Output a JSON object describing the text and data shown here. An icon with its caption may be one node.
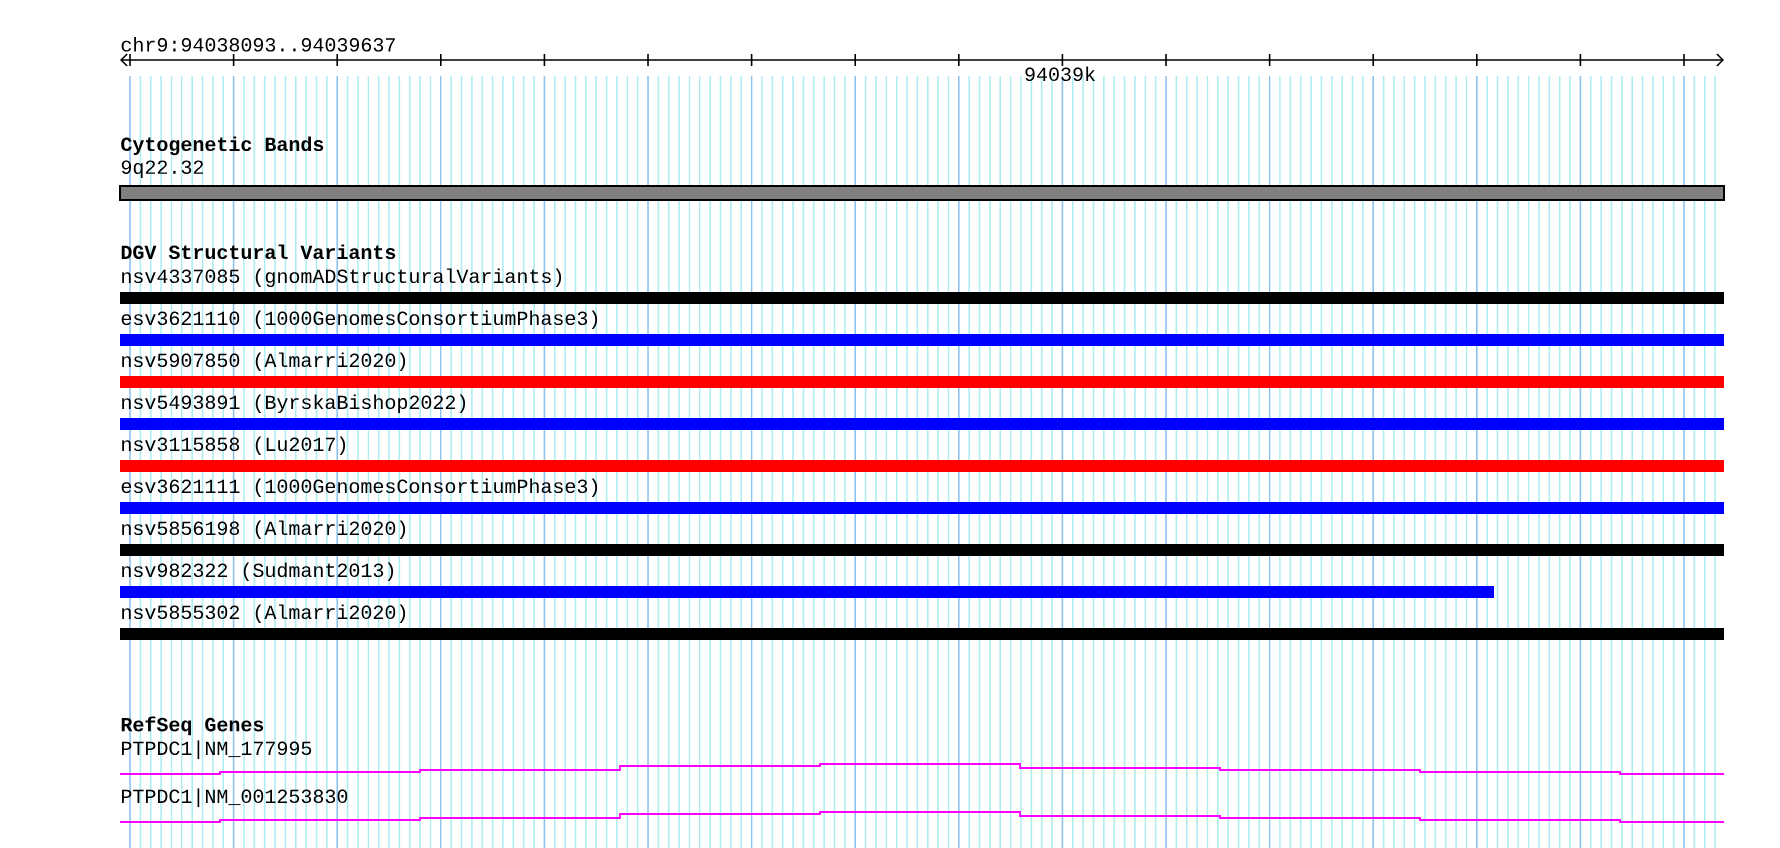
{
  "diagram": {
    "title": "chr9:94038093..94039637",
    "nodes": [
      {
        "text": [
          "9q22.32"
        ]
      },
      {
        "text": [
          "nsv4337085 (gnomADStructuralVariants)"
        ]
      },
      {
        "text": [
          "esv3621110 (1000GenomesConsortiumPhase3)"
        ]
      },
      {
        "text": [
          "nsv5907850 (Almarri2020)"
        ]
      },
      {
        "text": [
          "nsv5493891 (ByrskaBishop2022)"
        ]
      },
      {
        "text": [
          "nsv3115858 (Lu2017)"
        ]
      },
      {
        "text": [
          "esv3621111 (1000GenomesConsortiumPhase3)"
        ]
      },
      {
        "text": [
          "nsv5856198 (Almarri2020)"
        ]
      },
      {
        "text": [
          "nsv982322 (Sudmant2013)"
        ]
      },
      {
        "text": [
          "nsv5855302 (Almarri2020)"
        ]
      },
      {
        "text": [
          "PTPDC1|NM_177995"
        ]
      },
      {
        "text": [
          "PTPDC1|NM_001253830"
        ]
      }
    ],
    "labels": [
      "94039k",
      "Cytogenetic Bands",
      "DGV Structural Variants",
      "RefSeq Genes"
    ]
  }
}
